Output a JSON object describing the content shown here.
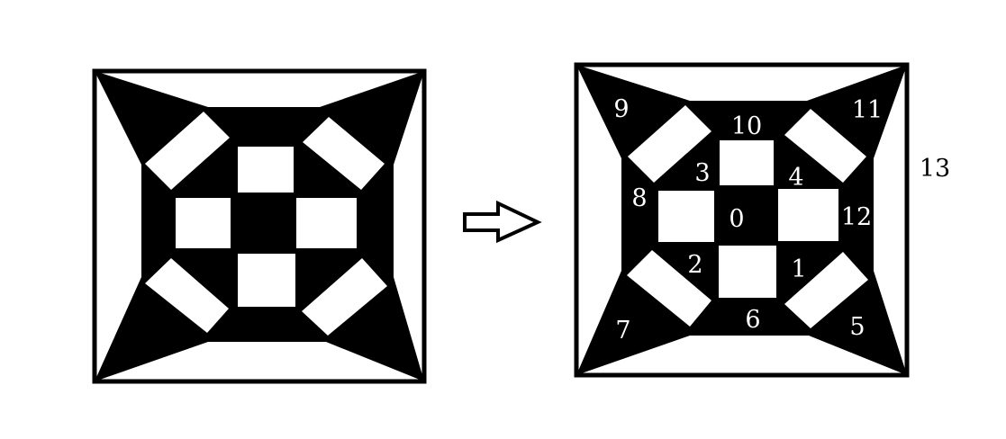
{
  "figure": {
    "background": "#ffffff",
    "ink_color": "#000000",
    "label_color_dark_bg": "#ffffff",
    "label_color_light_bg": "#000000",
    "arrow": {
      "direction": "right",
      "fill": "#ffffff",
      "stroke": "#000000"
    }
  },
  "right_panel": {
    "labels": [
      "0",
      "1",
      "2",
      "3",
      "4",
      "5",
      "6",
      "7",
      "8",
      "9",
      "10",
      "11",
      "12",
      "13"
    ]
  }
}
